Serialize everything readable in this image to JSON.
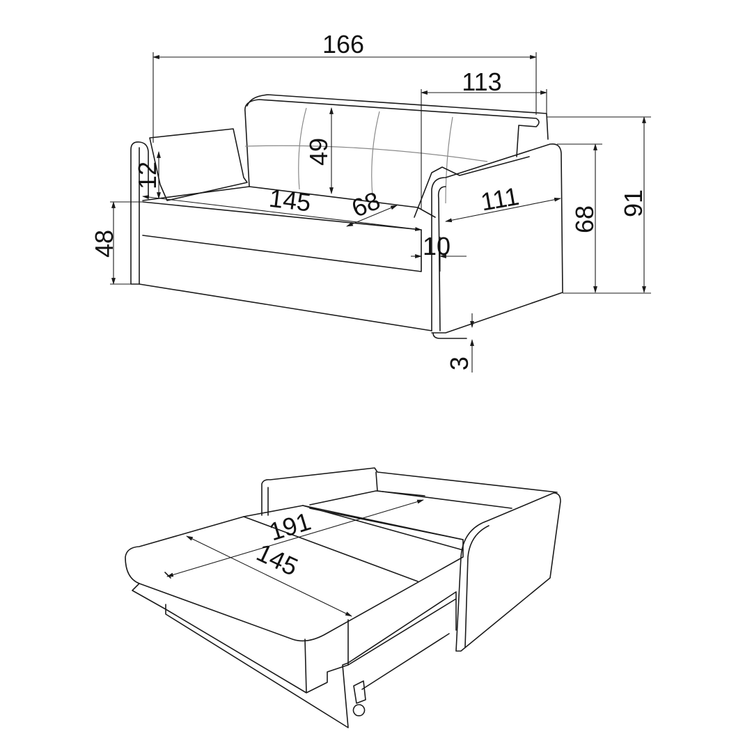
{
  "title": "Sofa bed dimensions diagram",
  "dimensions_closed": {
    "overall_width": "166",
    "seat_inner_width": "113",
    "back_cushion_height": "49",
    "armrest_height_above_seat": "12",
    "seat_width": "145",
    "seat_depth": "68",
    "armrest_depth": "111",
    "armrest_height": "68",
    "overall_height": "91",
    "seat_height": "48",
    "armrest_thickness": "10",
    "floor_clearance": "3"
  },
  "dimensions_open": {
    "bed_length": "191",
    "bed_width": "145"
  },
  "colors": {
    "line": "#1a1a1a",
    "seam": "#888888",
    "background": "#ffffff"
  }
}
